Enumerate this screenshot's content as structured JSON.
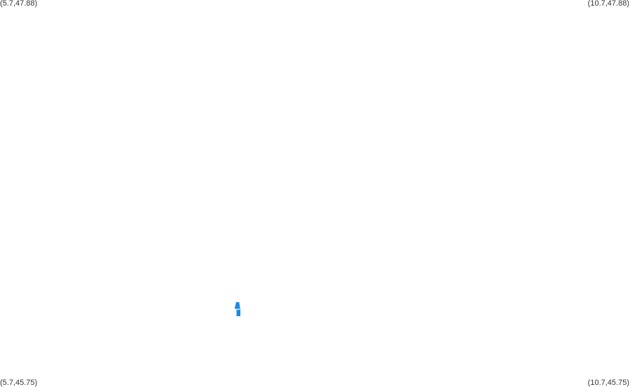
{
  "map": {
    "bounds": {
      "top_left": "(5.7,47.88)",
      "top_right": "(10.7,47.88)",
      "bottom_left": "(5.7,45.75)",
      "bottom_right": "(10.7,45.75)"
    },
    "feature": {
      "type": "small-region",
      "color": "#1e88e5"
    }
  }
}
